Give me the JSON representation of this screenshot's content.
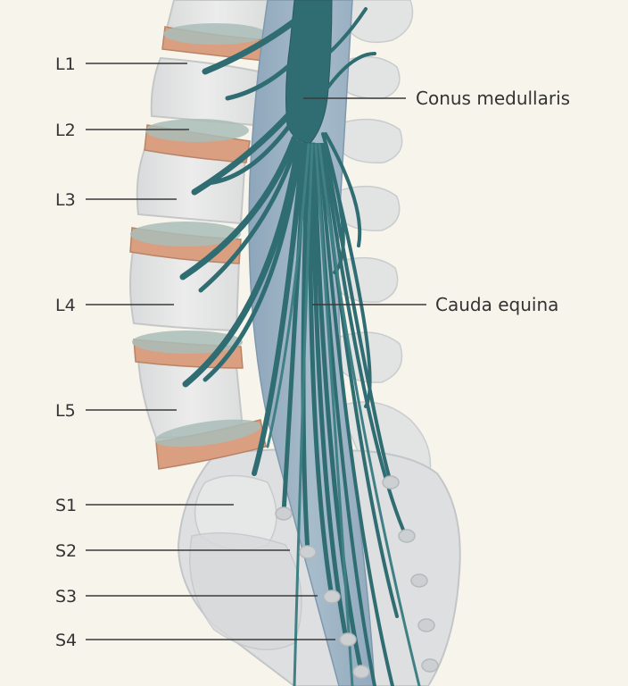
{
  "diagram": {
    "vertebra_labels": [
      "L1",
      "L2",
      "L3",
      "L4",
      "L5",
      "S1",
      "S2",
      "S3",
      "S4"
    ],
    "structure_labels": {
      "conus": "Conus medullaris",
      "cauda": "Cauda equina"
    }
  },
  "colors": {
    "background": "#f7f4ec",
    "bone": "#e4e4e4",
    "bone_shadow": "#cfd2d3",
    "disc": "#d99f80",
    "disc_top": "#a9bcb9",
    "dura": "#9aafc1",
    "nerve": "#2f6d72",
    "nerve_light": "#3f8085",
    "leader_line": "#3a3a3a",
    "text": "#333333"
  }
}
